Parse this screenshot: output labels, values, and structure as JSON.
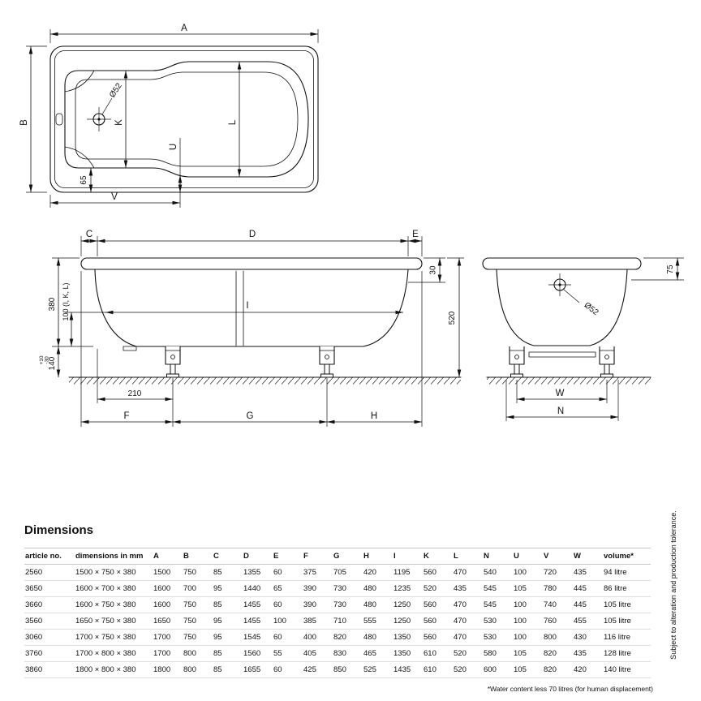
{
  "drawing": {
    "top_view": {
      "dim_a": "A",
      "dim_b": "B",
      "dim_k": "K",
      "dim_l": "L",
      "dim_u": "U",
      "dim_v": "V",
      "dim_65": "65",
      "drain_diameter": "Ø52"
    },
    "side_view": {
      "dim_c": "C",
      "dim_d": "D",
      "dim_e": "E",
      "dim_i": "I",
      "dim_380": "380",
      "dim_100": "100 (I, K, L)",
      "dim_140": "140",
      "tol_plus": "+10",
      "tol_minus": "-30",
      "dim_210": "210",
      "dim_f": "F",
      "dim_g": "G",
      "dim_h": "H",
      "dim_30": "30",
      "dim_520": "520"
    },
    "end_view": {
      "dim_75": "75",
      "drain_diameter": "Ø52",
      "dim_w": "W",
      "dim_n": "N"
    }
  },
  "table": {
    "title": "Dimensions",
    "headers": [
      "article no.",
      "dimensions in mm",
      "A",
      "B",
      "C",
      "D",
      "E",
      "F",
      "G",
      "H",
      "I",
      "K",
      "L",
      "N",
      "U",
      "V",
      "W",
      "volume*"
    ],
    "rows": [
      [
        "2560",
        "1500 × 750 × 380",
        "1500",
        "750",
        "85",
        "1355",
        "60",
        "375",
        "705",
        "420",
        "1195",
        "560",
        "470",
        "540",
        "100",
        "720",
        "435",
        "94 litre"
      ],
      [
        "3650",
        "1600 × 700 × 380",
        "1600",
        "700",
        "95",
        "1440",
        "65",
        "390",
        "730",
        "480",
        "1235",
        "520",
        "435",
        "545",
        "105",
        "780",
        "445",
        "86 litre"
      ],
      [
        "3660",
        "1600 × 750 × 380",
        "1600",
        "750",
        "85",
        "1455",
        "60",
        "390",
        "730",
        "480",
        "1250",
        "560",
        "470",
        "545",
        "100",
        "740",
        "445",
        "105 litre"
      ],
      [
        "3560",
        "1650 × 750 × 380",
        "1650",
        "750",
        "95",
        "1455",
        "100",
        "385",
        "710",
        "555",
        "1250",
        "560",
        "470",
        "530",
        "100",
        "760",
        "455",
        "105 litre"
      ],
      [
        "3060",
        "1700 × 750 × 380",
        "1700",
        "750",
        "95",
        "1545",
        "60",
        "400",
        "820",
        "480",
        "1350",
        "560",
        "470",
        "530",
        "100",
        "800",
        "430",
        "116 litre"
      ],
      [
        "3760",
        "1700 × 800 × 380",
        "1700",
        "800",
        "85",
        "1560",
        "55",
        "405",
        "830",
        "465",
        "1350",
        "610",
        "520",
        "580",
        "105",
        "820",
        "435",
        "128 litre"
      ],
      [
        "3860",
        "1800 × 800 × 380",
        "1800",
        "800",
        "85",
        "1655",
        "60",
        "425",
        "850",
        "525",
        "1435",
        "610",
        "520",
        "600",
        "105",
        "820",
        "420",
        "140 litre"
      ]
    ]
  },
  "notes": {
    "side_note": "Subject to alteration and production tolerance.",
    "footnote": "*Water content less 70 litres (for human displacement)"
  }
}
